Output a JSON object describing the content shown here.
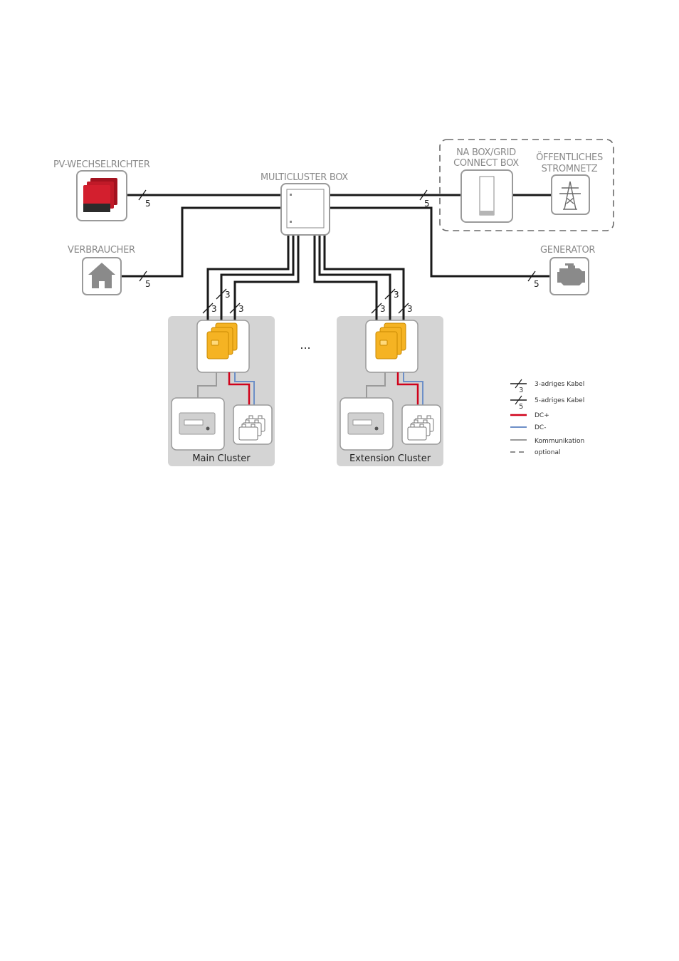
{
  "labels": {
    "pv_inverter": "PV-WECHSELRICHTER",
    "multicluster_box": "MULTICLUSTER BOX",
    "na_box_line1": "NA BOX/GRID",
    "na_box_line2": "CONNECT BOX",
    "grid_line1": "ÖFFENTLICHES",
    "grid_line2": "STROMNETZ",
    "consumer": "VERBRAUCHER",
    "generator": "GENERATOR",
    "main_cluster": "Main Cluster",
    "extension_cluster": "Extension Cluster",
    "ellipsis": "..."
  },
  "cable_counts": {
    "pv": "5",
    "grid": "5",
    "consumer": "5",
    "generator": "5",
    "main_a": "3",
    "main_b": "3",
    "main_c": "3",
    "ext_a": "3",
    "ext_b": "3",
    "ext_c": "3"
  },
  "legend": {
    "cable3": "3-adriges Kabel",
    "cable3_num": "3",
    "cable5": "5-adriges Kabel",
    "cable5_num": "5",
    "dc_plus": "DC+",
    "dc_minus": "DC-",
    "communication": "Kommunikation",
    "optional": "optional"
  },
  "colors": {
    "cable": "#1a1a1a",
    "dc_plus": "#d0021b",
    "dc_minus": "#6d8fc7",
    "communication": "#9a9a9a",
    "inverter_orange": "#f5b323",
    "pv_red": "#d31f2e",
    "cluster_bg": "#d4d4d4"
  },
  "icons": [
    "pv-inverter-icon",
    "house-icon",
    "transmission-tower-icon",
    "engine-icon",
    "battery-inverter-icon",
    "control-panel-icon",
    "battery-bank-icon"
  ]
}
